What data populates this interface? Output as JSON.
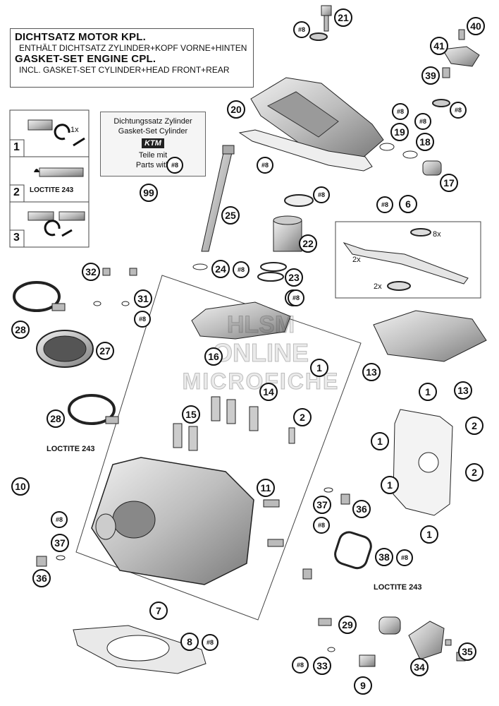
{
  "header": {
    "line1": "DICHTSATZ MOTOR KPL.",
    "line2": "ENTHÄLT DICHTSATZ ZYLINDER+KOPF VORNE+HINTEN",
    "line3": "GASKET-SET ENGINE CPL.",
    "line4": "INCL. GASKET-SET CYLINDER+HEAD FRONT+REAR"
  },
  "gasket_note": {
    "line1": "Dichtungssatz Zylinder",
    "line2": "Gasket-Set Cylinder",
    "brand": "KTM",
    "line3": "Teile mit",
    "line4": "Parts with",
    "ref": "#8",
    "part": "99"
  },
  "steps": {
    "s1": "1",
    "s2": "2",
    "s3": "3",
    "s1_note": "1x",
    "s2_note": "LOCTITE 243"
  },
  "loctite": "LOCTITE 243",
  "quantities": {
    "q8x": "8x",
    "q2x_a": "2x",
    "q2x_b": "2x"
  },
  "watermark": {
    "w1": "HLSM",
    "w2": "ONLINE",
    "w3": "MICROFICHE"
  },
  "callouts": [
    {
      "label": "21"
    },
    {
      "label": "#8"
    },
    {
      "label": "40"
    },
    {
      "label": "41"
    },
    {
      "label": "39"
    },
    {
      "label": "#8"
    },
    {
      "label": "20"
    },
    {
      "label": "#8"
    },
    {
      "label": "#8"
    },
    {
      "label": "19"
    },
    {
      "label": "18"
    },
    {
      "label": "#8"
    },
    {
      "label": "17"
    },
    {
      "label": "#8"
    },
    {
      "label": "25"
    },
    {
      "label": "#8"
    },
    {
      "label": "#8"
    },
    {
      "label": "6"
    },
    {
      "label": "22"
    },
    {
      "label": "24"
    },
    {
      "label": "#8"
    },
    {
      "label": "32"
    },
    {
      "label": "23"
    },
    {
      "label": "31"
    },
    {
      "label": "#8"
    },
    {
      "label": "#8"
    },
    {
      "label": "28"
    },
    {
      "label": "27"
    },
    {
      "label": "16"
    },
    {
      "label": "13"
    },
    {
      "label": "1"
    },
    {
      "label": "13"
    },
    {
      "label": "14"
    },
    {
      "label": "1"
    },
    {
      "label": "28"
    },
    {
      "label": "15"
    },
    {
      "label": "2"
    },
    {
      "label": "2"
    },
    {
      "label": "1"
    },
    {
      "label": "2"
    },
    {
      "label": "1"
    },
    {
      "label": "10"
    },
    {
      "label": "11"
    },
    {
      "label": "1"
    },
    {
      "label": "37"
    },
    {
      "label": "36"
    },
    {
      "label": "#8"
    },
    {
      "label": "#8"
    },
    {
      "label": "37"
    },
    {
      "label": "38"
    },
    {
      "label": "#8"
    },
    {
      "label": "36"
    },
    {
      "label": "7"
    },
    {
      "label": "29"
    },
    {
      "label": "8"
    },
    {
      "label": "#8"
    },
    {
      "label": "35"
    },
    {
      "label": "#8"
    },
    {
      "label": "33"
    },
    {
      "label": "34"
    },
    {
      "label": "9"
    }
  ],
  "colors": {
    "line": "#222222",
    "part_fill": "#d9d9d9",
    "part_dark": "#8a8a8a"
  }
}
